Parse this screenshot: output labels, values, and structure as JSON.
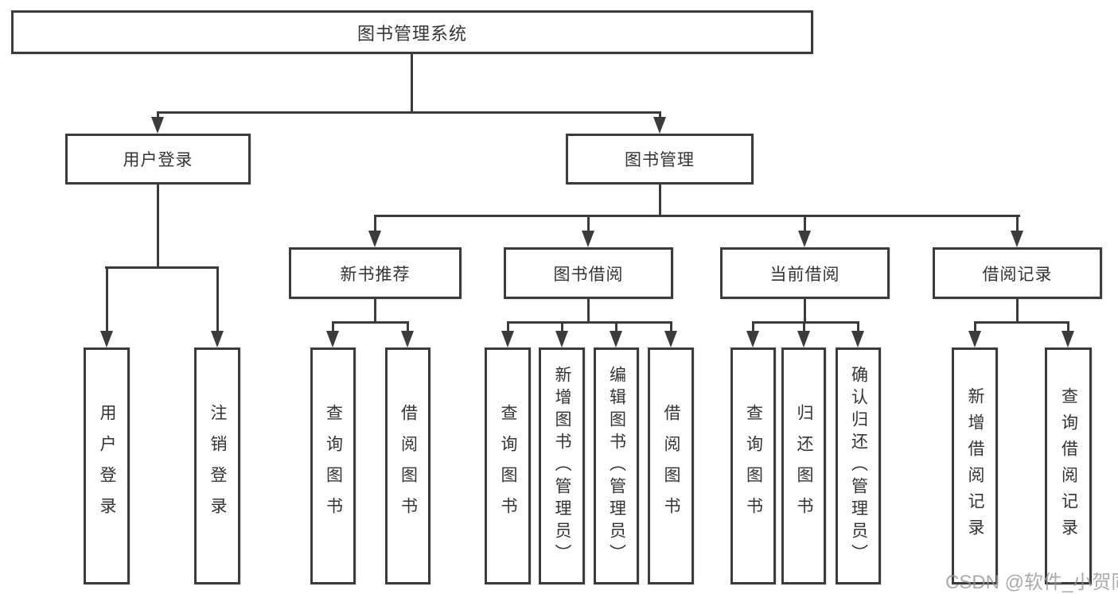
{
  "watermark": "CSDN @软件_小贺同学",
  "colors": {
    "line": "#3b3b3b",
    "text": "#333333",
    "watermark": "#969696",
    "background": "#ffffff"
  },
  "tree": {
    "root": {
      "label": "图书管理系统"
    },
    "level2": [
      {
        "label": "用户登录"
      },
      {
        "label": "图书管理"
      }
    ],
    "level3": [
      {
        "label": "新书推荐"
      },
      {
        "label": "图书借阅"
      },
      {
        "label": "当前借阅"
      },
      {
        "label": "借阅记录"
      }
    ],
    "leaves": [
      {
        "label": "用户登录"
      },
      {
        "label": "注销登录"
      },
      {
        "label": "查询图书"
      },
      {
        "label": "借阅图书"
      },
      {
        "label": "查询图书"
      },
      {
        "label": "新增图书（管理员）"
      },
      {
        "label": "编辑图书（管理员）"
      },
      {
        "label": "借阅图书"
      },
      {
        "label": "查询图书"
      },
      {
        "label": "归还图书"
      },
      {
        "label": "确认归还（管理员）"
      },
      {
        "label": "新增借阅记录"
      },
      {
        "label": "查询借阅记录"
      }
    ]
  }
}
